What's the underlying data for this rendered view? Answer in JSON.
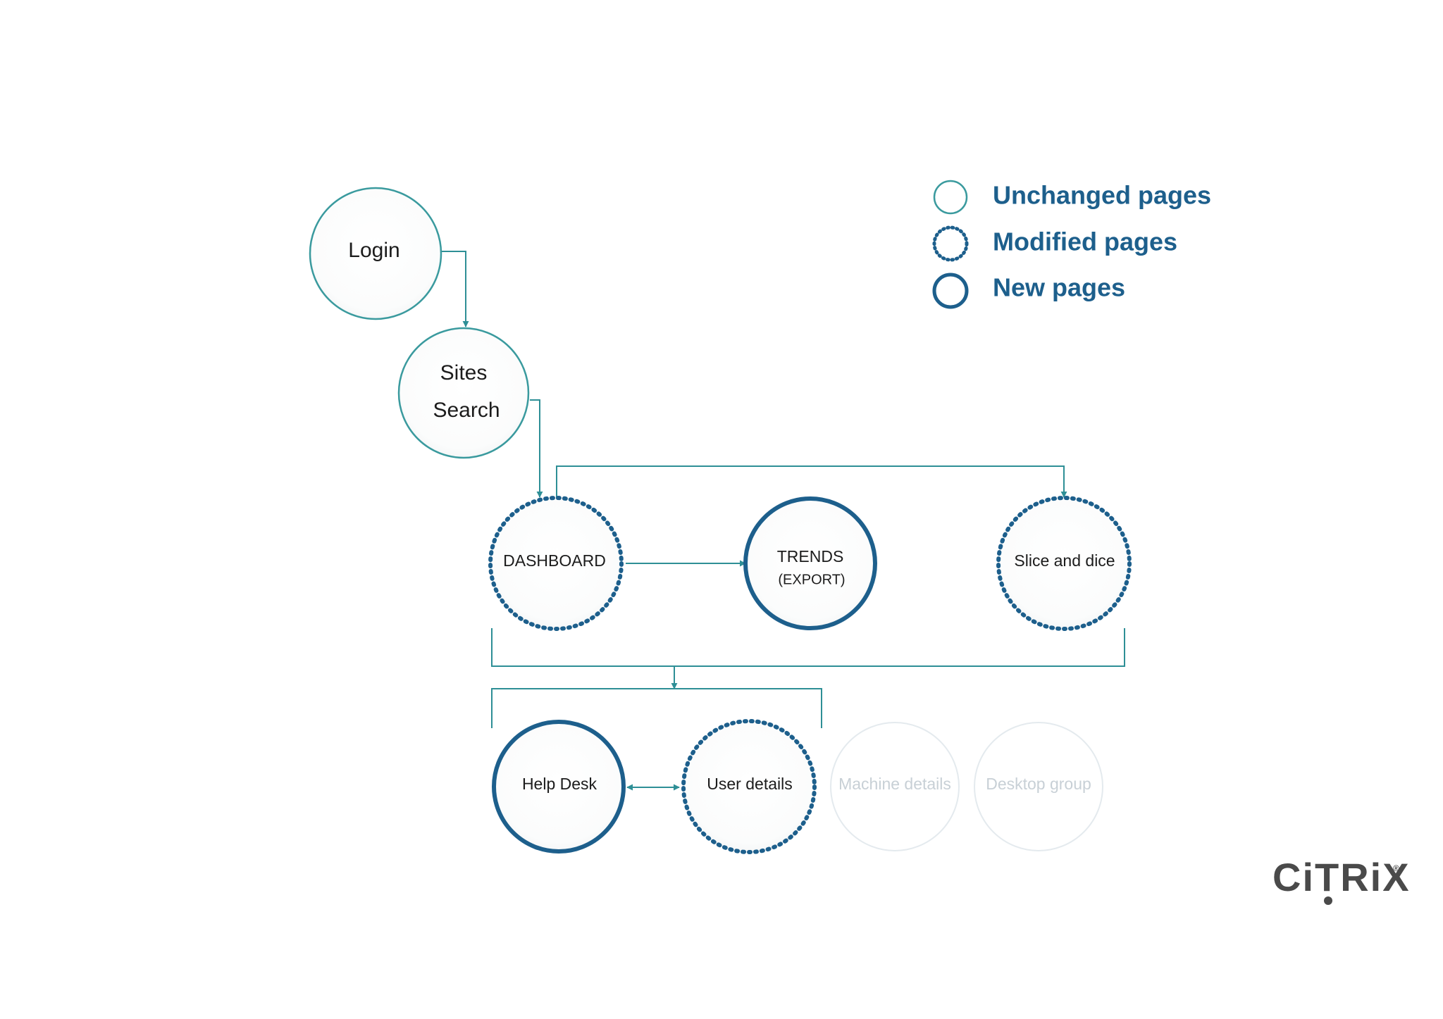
{
  "colors": {
    "unchanged": "#3a9a9e",
    "modified": "#1d5f8c",
    "new": "#1d5f8c",
    "connector": "#2e8f96",
    "faded": "#e4eaee",
    "faded_text": "#c8d0d6",
    "legend_text": "#1d5f8c",
    "logo": "#4a4a4a"
  },
  "legend": {
    "unchanged": "Unchanged pages",
    "modified": "Modified pages",
    "new": "New pages"
  },
  "nodes": {
    "login": "Login",
    "sites_line1": "Sites",
    "sites_line2": "Search",
    "dashboard": "DASHBOARD",
    "trends_line1": "TRENDS",
    "trends_line2": "(EXPORT)",
    "slice": "Slice and dice",
    "helpdesk": "Help Desk",
    "userdetails": "User details",
    "machine": "Machine details",
    "desktop": "Desktop group"
  },
  "logo": {
    "text": "CiTRiX",
    "registered": "®"
  }
}
